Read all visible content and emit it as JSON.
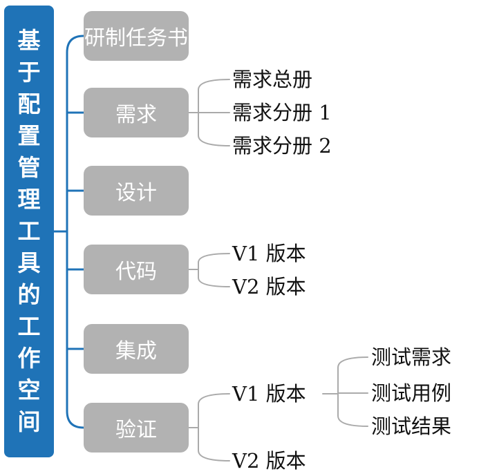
{
  "colors": {
    "root_bg": "#1f73b7",
    "node_bg": "#b2b2b2",
    "blue_line": "#1f73b7",
    "gray_line": "#aaaaaa"
  },
  "root": {
    "label": "基于配置管理工具的工作空间"
  },
  "nodes": [
    {
      "label": "研制任务书",
      "children": []
    },
    {
      "label": "需求",
      "children": [
        {
          "label": "需求总册"
        },
        {
          "label": "需求分册 1"
        },
        {
          "label": "需求分册 2"
        }
      ]
    },
    {
      "label": "设计",
      "children": []
    },
    {
      "label": "代码",
      "children": [
        {
          "label": "V1 版本"
        },
        {
          "label": "V2 版本"
        }
      ]
    },
    {
      "label": "集成",
      "children": []
    },
    {
      "label": "验证",
      "children": [
        {
          "label": "V1 版本",
          "children": [
            {
              "label": "测试需求"
            },
            {
              "label": "测试用例"
            },
            {
              "label": "测试结果"
            }
          ]
        },
        {
          "label": "V2 版本",
          "children": []
        }
      ]
    }
  ]
}
